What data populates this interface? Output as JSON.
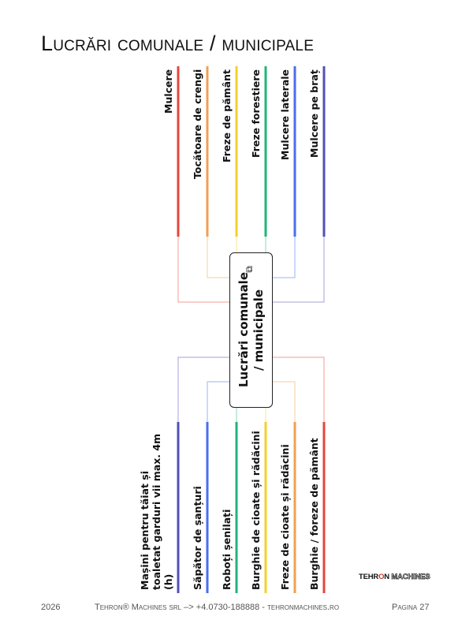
{
  "title": "Lucrări comunale / municipale",
  "center_node": {
    "line1": "Lucrări comunale",
    "line2": "/ municipale",
    "icon": "link-icon"
  },
  "top_branches": [
    {
      "label": "Mulcere",
      "color": "#e8453c"
    },
    {
      "label": "Tocătoare de crengi",
      "color": "#f0a050"
    },
    {
      "label": "Freze de pământ",
      "color": "#f2d12a"
    },
    {
      "label": "Freze forestiere",
      "color": "#1fb57a"
    },
    {
      "label": "Mulcere laterale",
      "color": "#4a6ef0"
    },
    {
      "label": "Mulcere pe braț",
      "color": "#5050b8"
    }
  ],
  "bottom_branches": [
    {
      "label": "Mașini pentru tăiat și toaletat garduri vii max. 4m (h)",
      "color": "#5050b8"
    },
    {
      "label": "Săpător de șanțuri",
      "color": "#4a6ef0"
    },
    {
      "label": "Roboți șenilați",
      "color": "#1fb57a"
    },
    {
      "label": "Burghie de cioate și rădăcini",
      "color": "#f2d12a"
    },
    {
      "label": "Freze de cioate și rădăcini",
      "color": "#f0a050"
    },
    {
      "label": "Burghie / foreze de pământ",
      "color": "#e8453c"
    }
  ],
  "logo": {
    "part1": "TEHR",
    "part2": "O",
    "part3": "N",
    "part4": "MACHINES"
  },
  "footer": {
    "year": "2026",
    "company": "Tehron® Machines srl –> +4.0730-188888 - tehronmachines.ro",
    "page": "Pagina 27"
  }
}
